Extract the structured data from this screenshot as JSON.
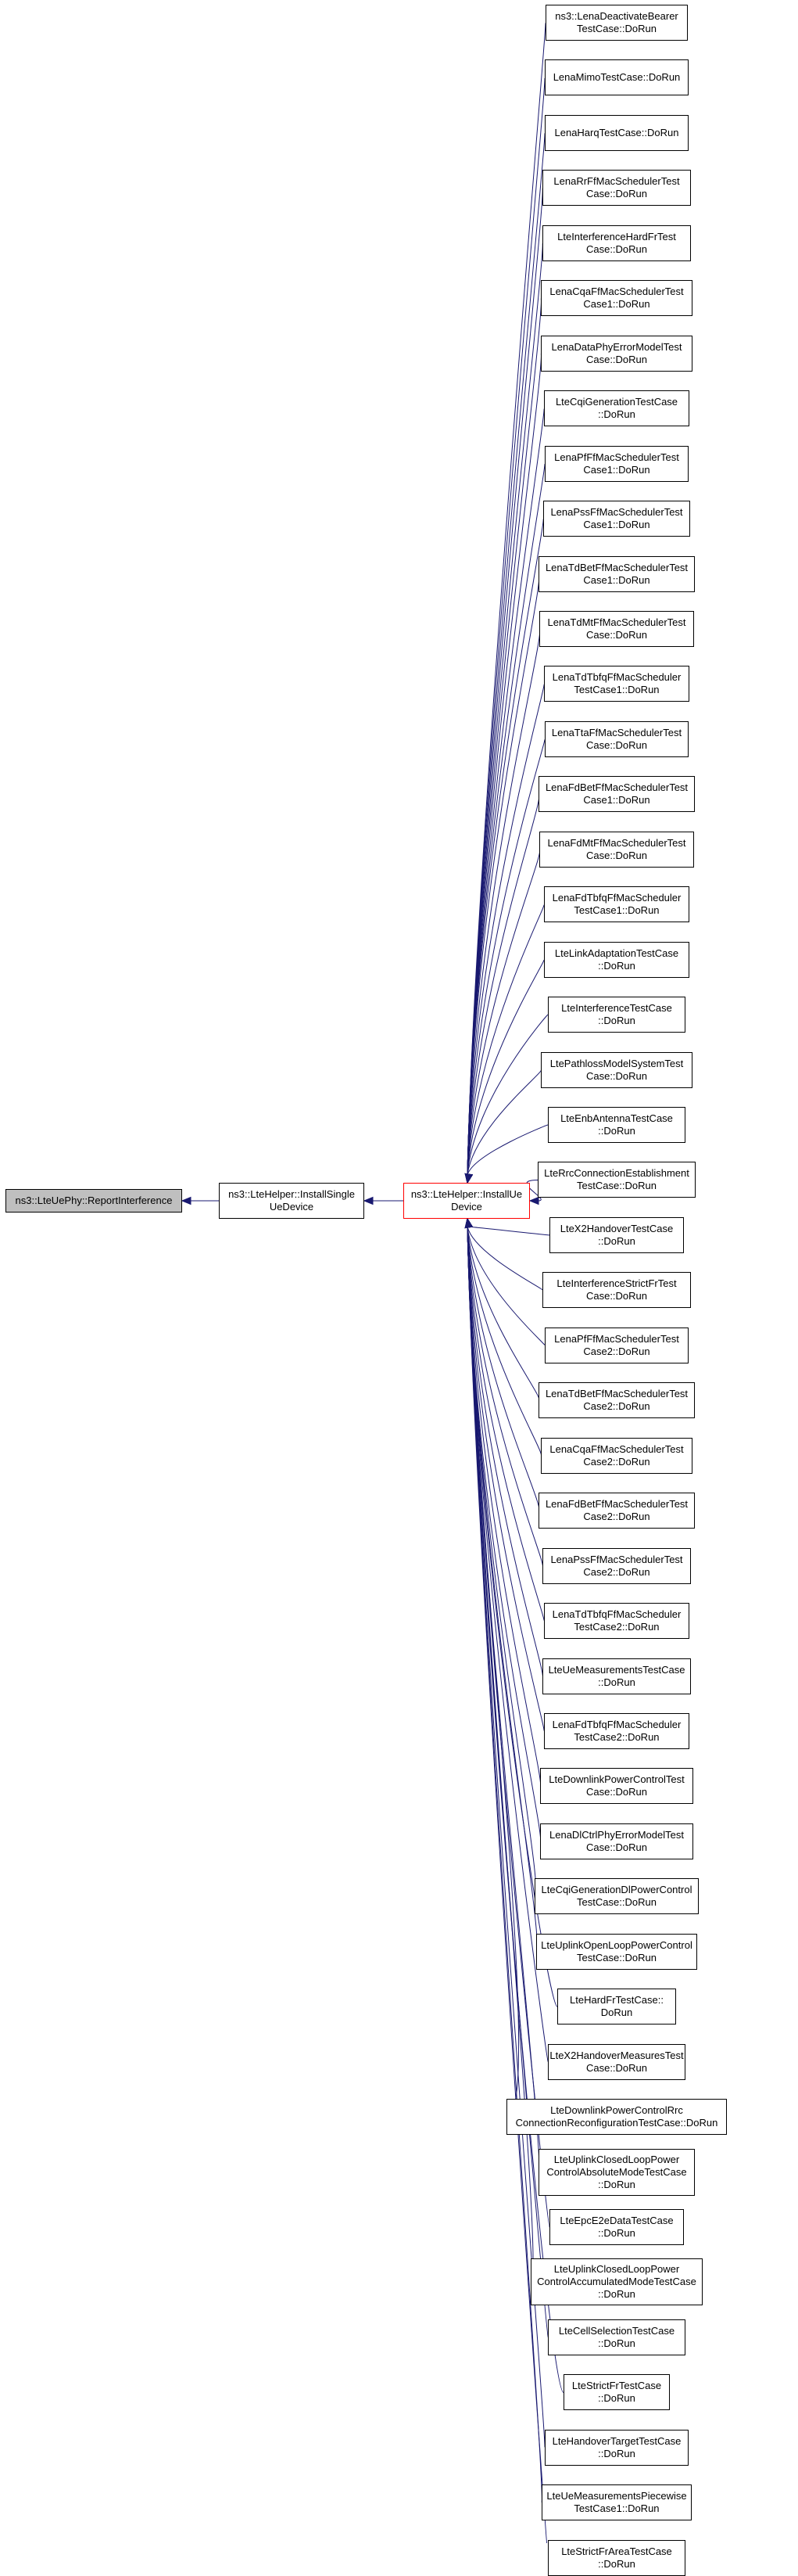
{
  "colors": {
    "edge": "#191970",
    "root_fill": "#bfbfbf",
    "focus_border": "#ff0000",
    "node_border": "#000000"
  },
  "root": {
    "label": "ns3::LteUePhy::ReportInterference"
  },
  "helper": {
    "label": "ns3::LteHelper::InstallSingle\nUeDevice"
  },
  "install": {
    "label": "ns3::LteHelper::InstallUe\nDevice"
  },
  "callers": [
    {
      "label": "ns3::LenaDeactivateBearer\nTestCase::DoRun"
    },
    {
      "label": "LenaMimoTestCase::DoRun"
    },
    {
      "label": "LenaHarqTestCase::DoRun"
    },
    {
      "label": "LenaRrFfMacSchedulerTest\nCase::DoRun"
    },
    {
      "label": "LteInterferenceHardFrTest\nCase::DoRun"
    },
    {
      "label": "LenaCqaFfMacSchedulerTest\nCase1::DoRun"
    },
    {
      "label": "LenaDataPhyErrorModelTest\nCase::DoRun"
    },
    {
      "label": "LteCqiGenerationTestCase\n::DoRun"
    },
    {
      "label": "LenaPfFfMacSchedulerTest\nCase1::DoRun"
    },
    {
      "label": "LenaPssFfMacSchedulerTest\nCase1::DoRun"
    },
    {
      "label": "LenaTdBetFfMacSchedulerTest\nCase1::DoRun"
    },
    {
      "label": "LenaTdMtFfMacSchedulerTest\nCase::DoRun"
    },
    {
      "label": "LenaTdTbfqFfMacScheduler\nTestCase1::DoRun"
    },
    {
      "label": "LenaTtaFfMacSchedulerTest\nCase::DoRun"
    },
    {
      "label": "LenaFdBetFfMacSchedulerTest\nCase1::DoRun"
    },
    {
      "label": "LenaFdMtFfMacSchedulerTest\nCase::DoRun"
    },
    {
      "label": "LenaFdTbfqFfMacScheduler\nTestCase1::DoRun"
    },
    {
      "label": "LteLinkAdaptationTestCase\n::DoRun"
    },
    {
      "label": "LteInterferenceTestCase\n::DoRun"
    },
    {
      "label": "LtePathlossModelSystemTest\nCase::DoRun"
    },
    {
      "label": "LteEnbAntennaTestCase\n::DoRun"
    },
    {
      "label": "LteRrcConnectionEstablishment\nTestCase::DoRun"
    },
    {
      "label": "LteX2HandoverTestCase\n::DoRun"
    },
    {
      "label": "LteInterferenceStrictFrTest\nCase::DoRun"
    },
    {
      "label": "LenaPfFfMacSchedulerTest\nCase2::DoRun"
    },
    {
      "label": "LenaTdBetFfMacSchedulerTest\nCase2::DoRun"
    },
    {
      "label": "LenaCqaFfMacSchedulerTest\nCase2::DoRun"
    },
    {
      "label": "LenaFdBetFfMacSchedulerTest\nCase2::DoRun"
    },
    {
      "label": "LenaPssFfMacSchedulerTest\nCase2::DoRun"
    },
    {
      "label": "LenaTdTbfqFfMacScheduler\nTestCase2::DoRun"
    },
    {
      "label": "LteUeMeasurementsTestCase\n::DoRun"
    },
    {
      "label": "LenaFdTbfqFfMacScheduler\nTestCase2::DoRun"
    },
    {
      "label": "LteDownlinkPowerControlTest\nCase::DoRun"
    },
    {
      "label": "LenaDlCtrlPhyErrorModelTest\nCase::DoRun"
    },
    {
      "label": "LteCqiGenerationDlPowerControl\nTestCase::DoRun"
    },
    {
      "label": "LteUplinkOpenLoopPowerControl\nTestCase::DoRun"
    },
    {
      "label": "LteHardFrTestCase::\nDoRun"
    },
    {
      "label": "LteX2HandoverMeasuresTest\nCase::DoRun"
    },
    {
      "label": "LteDownlinkPowerControlRrc\nConnectionReconfigurationTestCase::DoRun"
    },
    {
      "label": "LteUplinkClosedLoopPower\nControlAbsoluteModeTestCase\n::DoRun"
    },
    {
      "label": "LteEpcE2eDataTestCase\n::DoRun"
    },
    {
      "label": "LteUplinkClosedLoopPower\nControlAccumulatedModeTestCase\n::DoRun"
    },
    {
      "label": "LteCellSelectionTestCase\n::DoRun"
    },
    {
      "label": "LteStrictFrTestCase\n::DoRun"
    },
    {
      "label": "LteHandoverTargetTestCase\n::DoRun"
    },
    {
      "label": "LteUeMeasurementsPiecewise\nTestCase1::DoRun"
    },
    {
      "label": "LteStrictFrAreaTestCase\n::DoRun"
    }
  ]
}
